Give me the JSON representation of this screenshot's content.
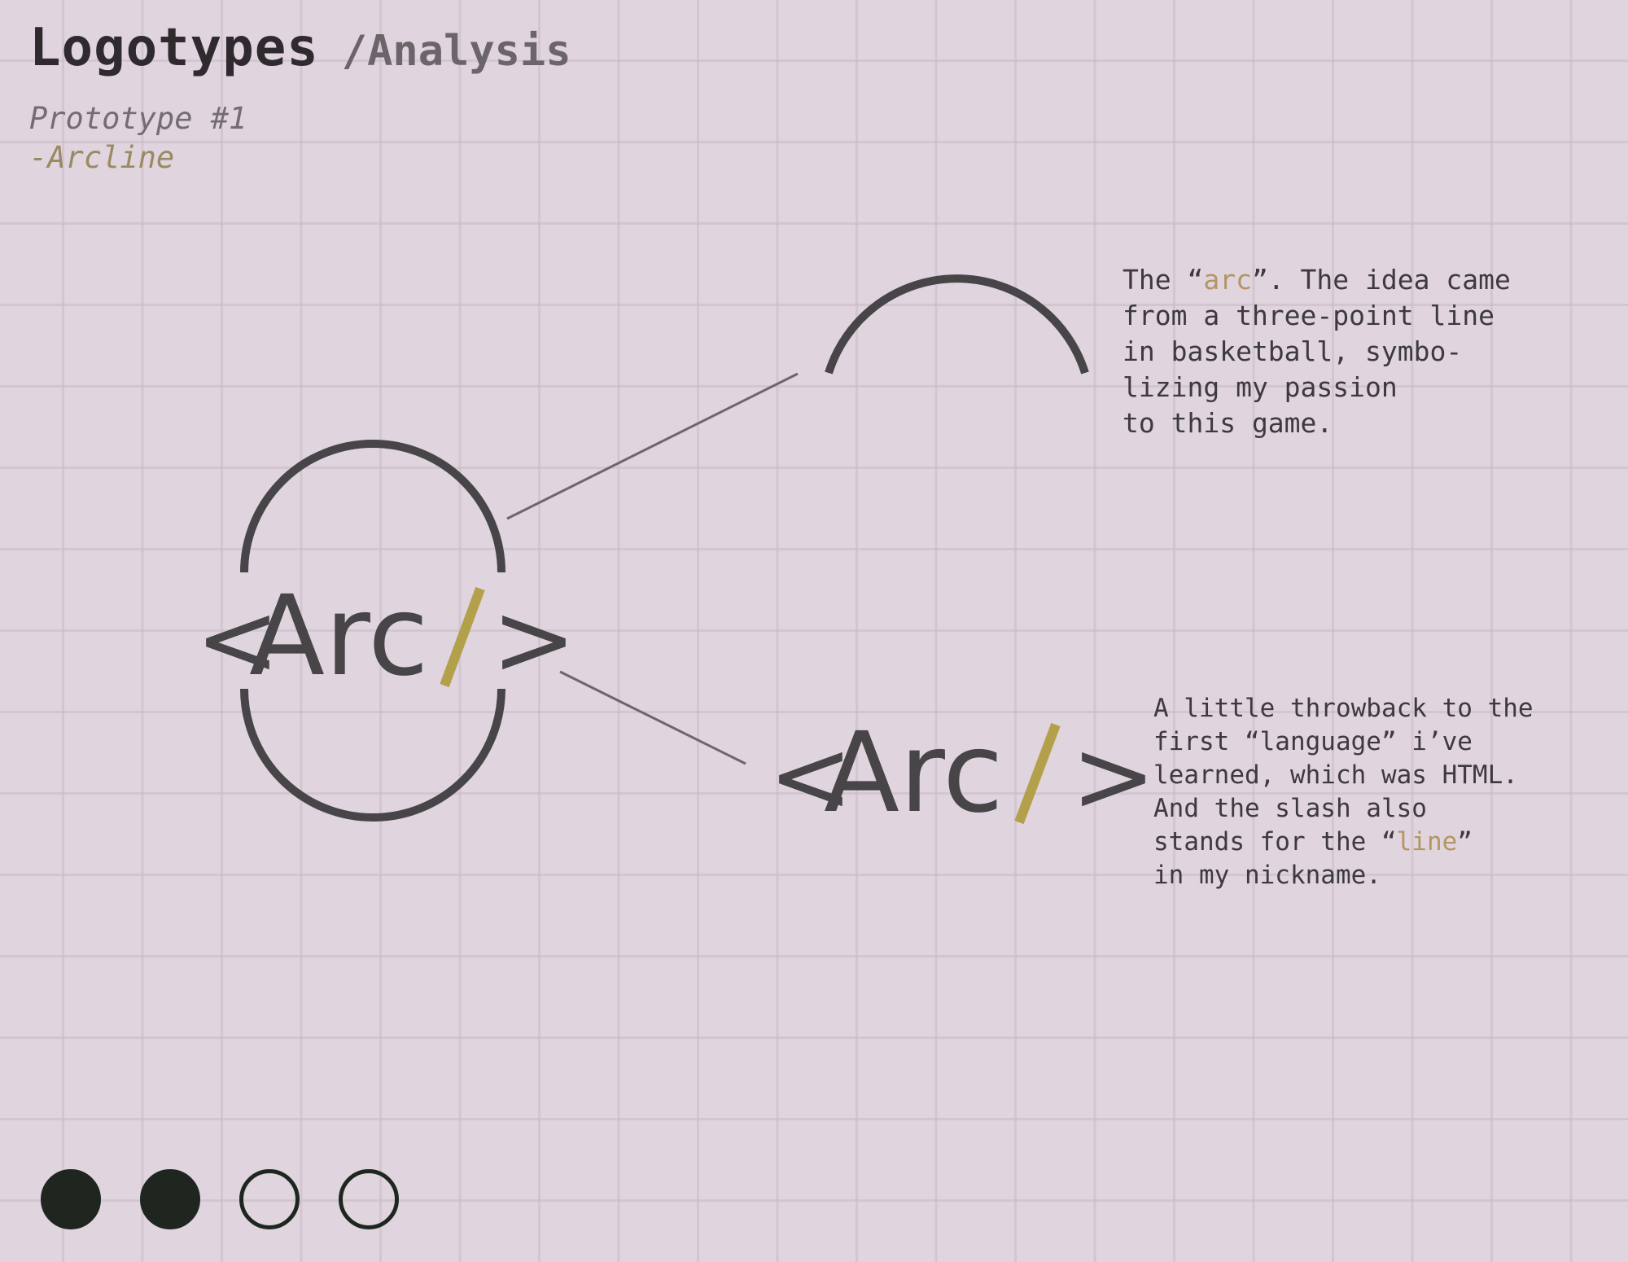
{
  "header": {
    "title": "Logotypes",
    "subtitle": "/Analysis",
    "prototype": "Prototype #1",
    "prototype_name": "-Arcline"
  },
  "logo": {
    "open": "<",
    "word": "Arc",
    "slash": "/",
    "close": ">"
  },
  "notes": {
    "arc": {
      "before": "The “",
      "highlight": "arc",
      "after": "”. The idea came\nfrom a three-point line\nin basketball, symbo-\nlizing my passion\nto this game."
    },
    "slash": {
      "before": "A little throwback to the\nfirst “language” i’ve\nlearned, which was HTML.\nAnd the slash also\nstands for the “",
      "highlight": "line",
      "after": "”\nin my nickname."
    }
  },
  "pagination": {
    "states": [
      "filled",
      "filled",
      "empty",
      "empty"
    ]
  },
  "colors": {
    "background": "#e0d4de",
    "logo": "#474547",
    "slash_accent": "#b3a04a",
    "highlight": "#b39663",
    "dots": "#1f2620"
  }
}
